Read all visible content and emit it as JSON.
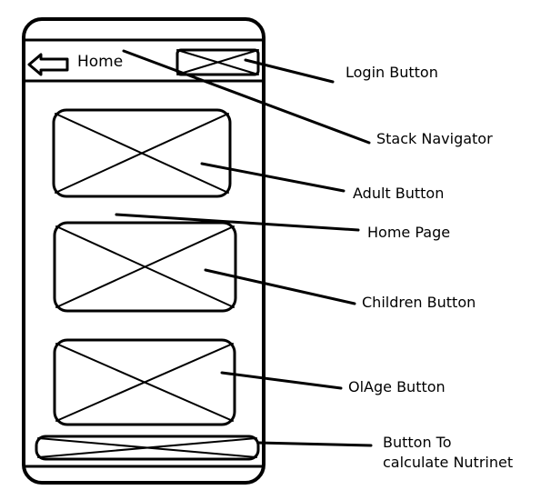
{
  "header": {
    "title": "Home"
  },
  "annotations": {
    "login": "Login Button",
    "stack": "Stack Navigator",
    "adult": "Adult Button",
    "home": "Home Page",
    "children": "Children Button",
    "olage": "OlAge Button",
    "calc_line1": "Button To",
    "calc_line2": "calculate Nutrinet"
  },
  "colors": {
    "ink": "#000000",
    "paper": "#ffffff"
  }
}
